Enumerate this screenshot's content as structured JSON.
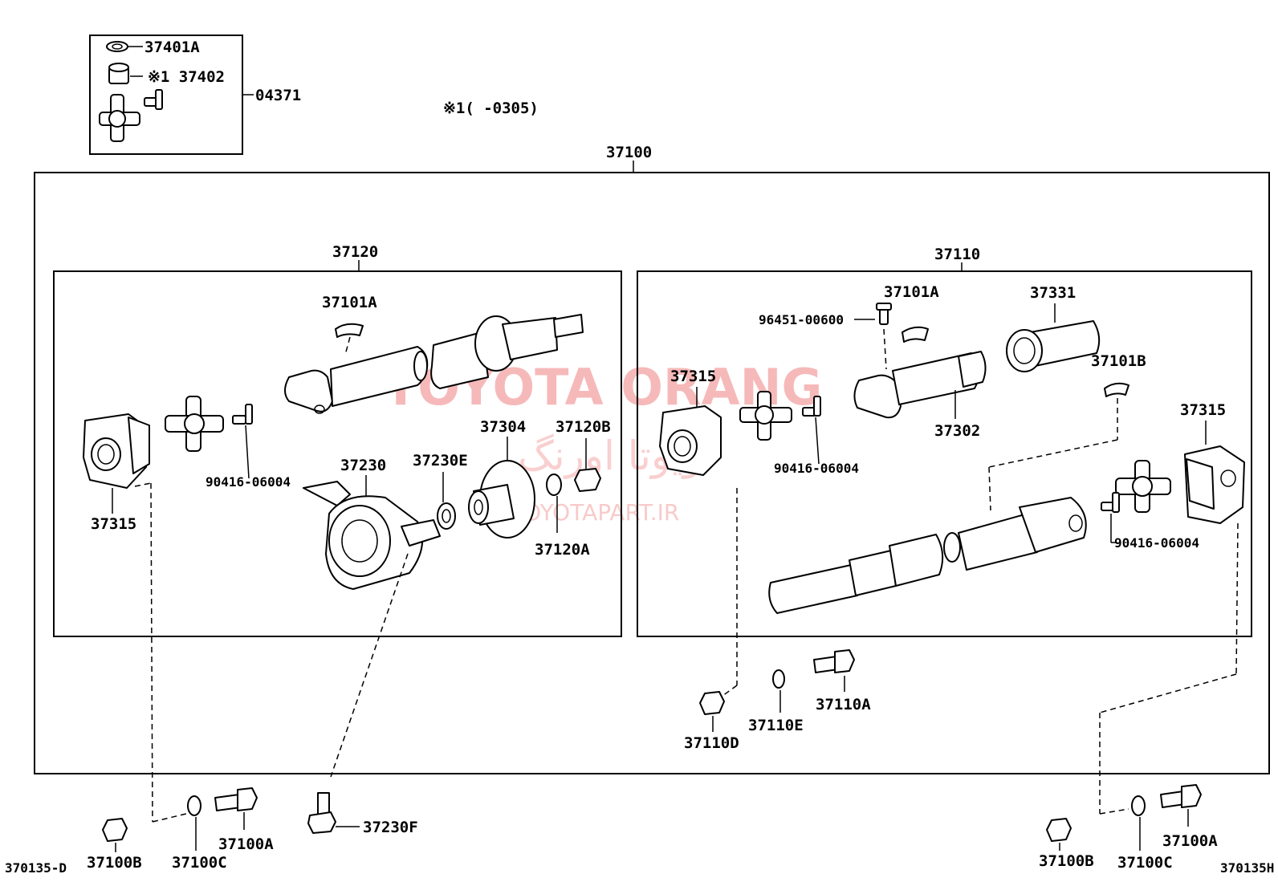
{
  "labels": {
    "top_left": {
      "item1": "37401A",
      "item2": "※1 37402",
      "kit": "04371"
    },
    "note": "※1(      -0305)",
    "assembly": "37100",
    "left_group": "37120",
    "right_group": "37110",
    "left_parts": {
      "p37101A": "37101A",
      "p37315": "37315",
      "p90416": "90416-06004",
      "p37230": "37230",
      "p37230E": "37230E",
      "p37304": "37304",
      "p37120B": "37120B",
      "p37120A": "37120A"
    },
    "right_parts": {
      "p96451": "96451-00600",
      "p37101A": "37101A",
      "p37331": "37331",
      "p37315a": "37315",
      "p37302": "37302",
      "p37101B": "37101B",
      "p37315b": "37315",
      "p90416a": "90416-06004",
      "p90416b": "90416-06004"
    },
    "inner_hardware": {
      "p37110D": "37110D",
      "p37110E": "37110E",
      "p37110A": "37110A"
    },
    "bottom_left": {
      "p37100B": "37100B",
      "p37100C": "37100C",
      "p37100A": "37100A",
      "p37230F": "37230F"
    },
    "bottom_right": {
      "p37100B": "37100B",
      "p37100C": "37100C",
      "p37100A": "37100A"
    },
    "codes": {
      "left": "370135-D",
      "right": "370135H"
    }
  },
  "watermark": {
    "brand": "TOYOTA ORANG",
    "persian": "تویوتا اورنگ",
    "url": "TOYOTAPART.IR",
    "color": "#f08080"
  }
}
